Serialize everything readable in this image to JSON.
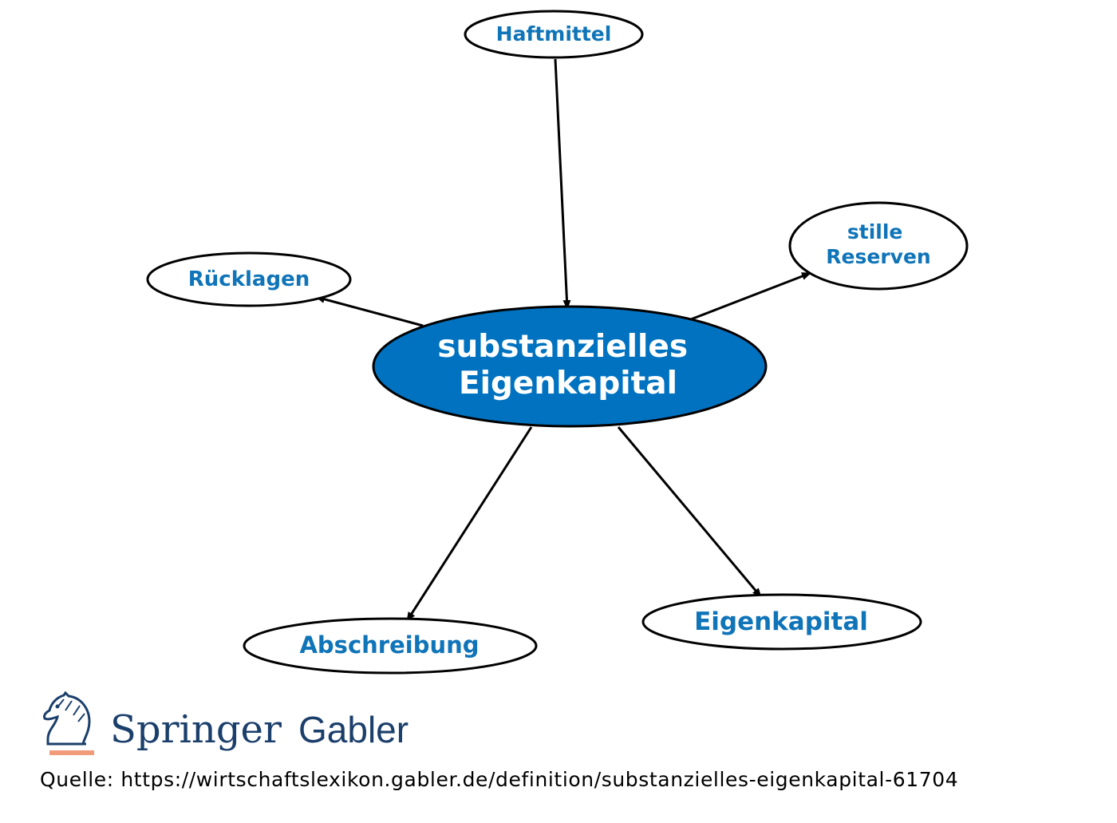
{
  "colors": {
    "center_fill": "#0072c0",
    "center_text": "#ffffff",
    "node_text": "#0f74b8",
    "node_fill": "#ffffff",
    "stroke": "#000000",
    "brand_blue": "#1b3f6b",
    "brand_orange": "#f29b7a"
  },
  "diagram": {
    "center": {
      "lines": [
        "substanzielles",
        "Eigenkapital"
      ]
    },
    "nodes": {
      "haftmittel": {
        "lines": [
          "Haftmittel"
        ]
      },
      "stille_reserven": {
        "lines": [
          "stille",
          "Reserven"
        ]
      },
      "ruecklagen": {
        "lines": [
          "Rücklagen"
        ]
      },
      "abschreibung": {
        "lines": [
          "Abschreibung"
        ]
      },
      "eigenkapital": {
        "lines": [
          "Eigenkapital"
        ]
      }
    },
    "edges": [
      {
        "from": "haftmittel",
        "to": "center"
      },
      {
        "from": "center",
        "to": "stille_reserven"
      },
      {
        "from": "center",
        "to": "ruecklagen"
      },
      {
        "from": "center",
        "to": "abschreibung"
      },
      {
        "from": "center",
        "to": "eigenkapital"
      }
    ]
  },
  "footer": {
    "logo_icon": "springer-horse-logo",
    "brand_primary": "Springer",
    "brand_secondary": "Gabler",
    "source": "Quelle: https://wirtschaftslexikon.gabler.de/definition/substanzielles-eigenkapital-61704"
  }
}
